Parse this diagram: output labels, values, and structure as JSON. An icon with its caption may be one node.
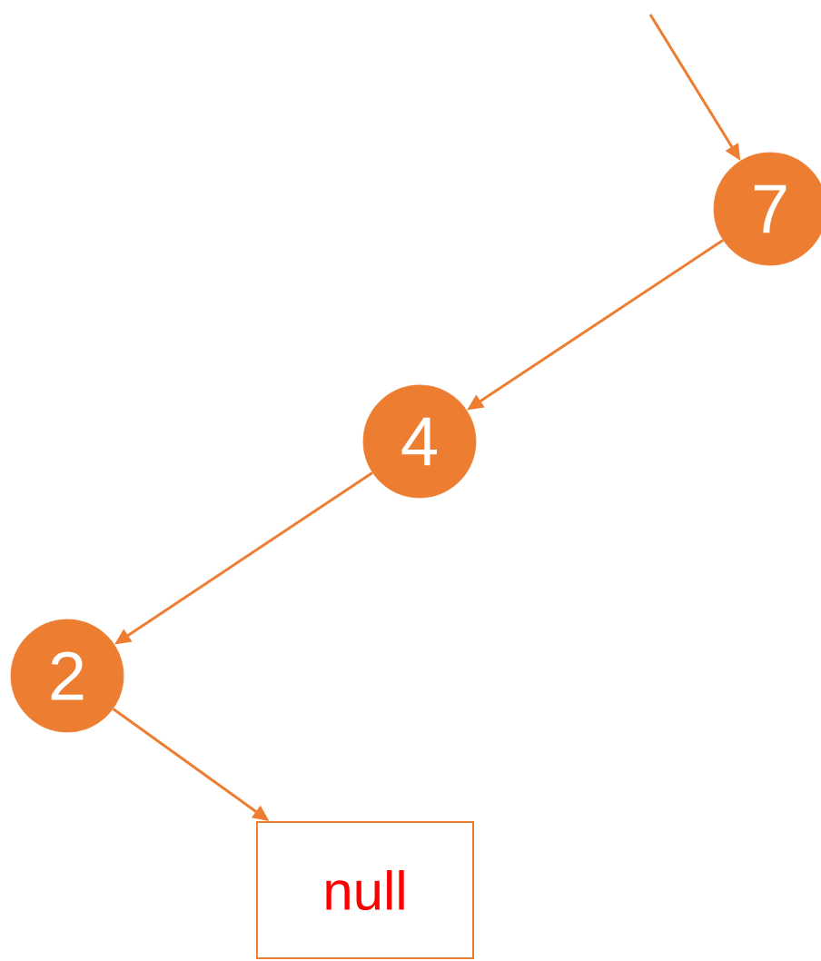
{
  "diagram": {
    "nodes": [
      {
        "text": [
          "7"
        ]
      },
      {
        "text": [
          "4"
        ]
      },
      {
        "text": [
          "2"
        ]
      },
      {
        "text": [
          "null"
        ]
      }
    ],
    "edges": [
      {
        "from": null,
        "to": 0,
        "arrow": "to"
      },
      {
        "from": 0,
        "to": 1,
        "arrow": "to"
      },
      {
        "from": 1,
        "to": 2,
        "arrow": "to"
      },
      {
        "from": 2,
        "to": 3,
        "arrow": "to"
      }
    ]
  }
}
